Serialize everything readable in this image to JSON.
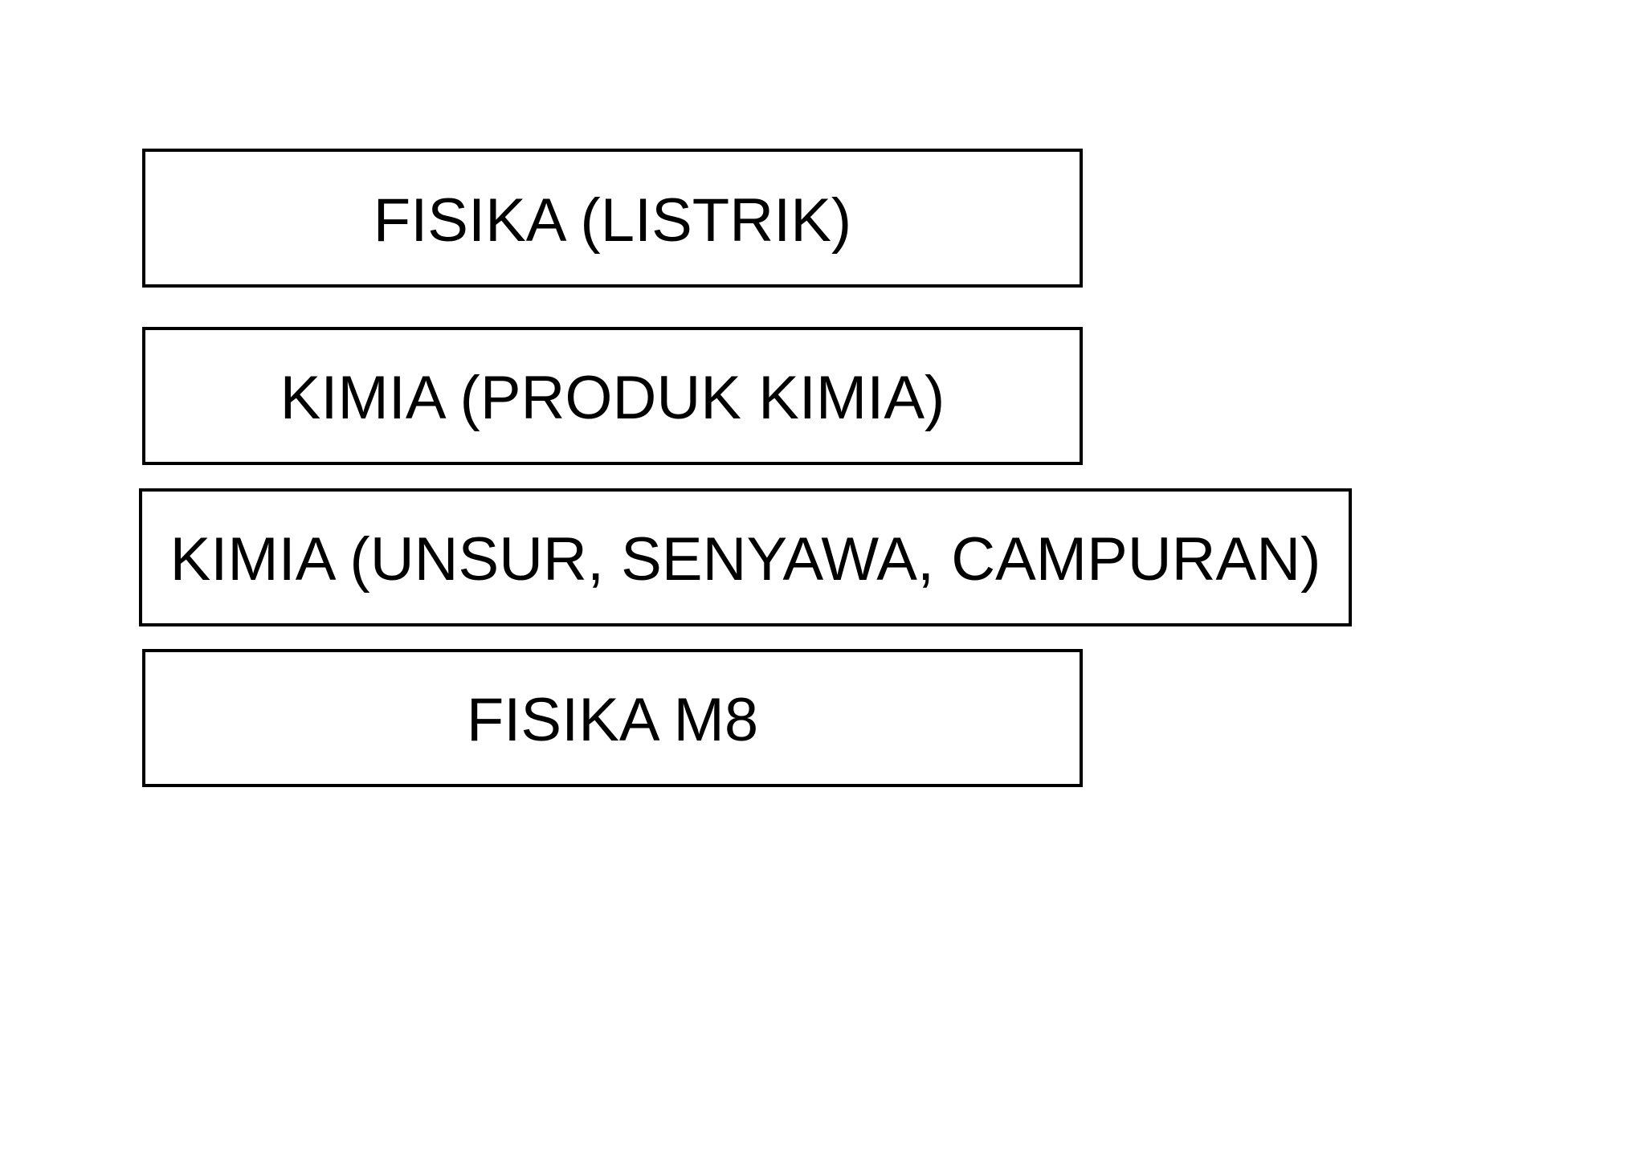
{
  "diagram": {
    "background_color": "#ffffff",
    "box_border_color": "#000000",
    "box_fill_color": "#ffffff",
    "text_color": "#000000",
    "boxes": [
      {
        "label": "FISIKA (LISTRIK)"
      },
      {
        "label": "KIMIA (PRODUK KIMIA)"
      },
      {
        "label": "KIMIA (UNSUR, SENYAWA, CAMPURAN)"
      },
      {
        "label": "FISIKA M8"
      }
    ]
  }
}
